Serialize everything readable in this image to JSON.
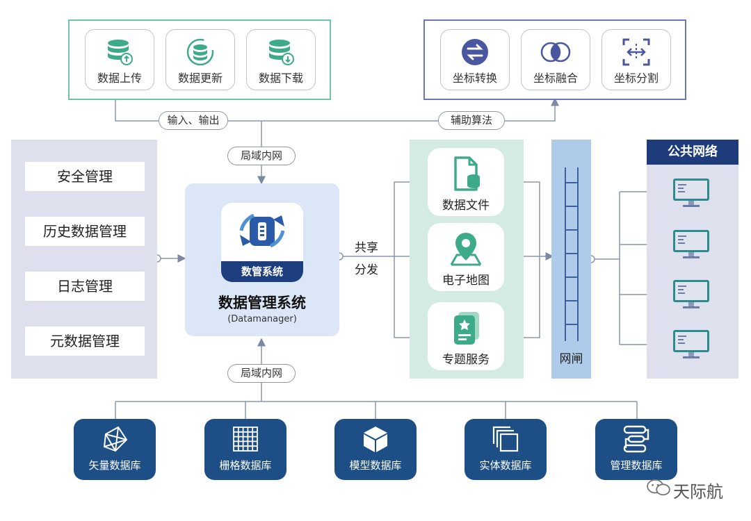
{
  "data_ops": [
    {
      "label": "数据上传",
      "icon": "database-upload-icon"
    },
    {
      "label": "数据更新",
      "icon": "database-refresh-icon"
    },
    {
      "label": "数据下载",
      "icon": "database-download-icon"
    }
  ],
  "algo_ops": [
    {
      "label": "坐标转换",
      "icon": "swap-arrows-icon"
    },
    {
      "label": "坐标融合",
      "icon": "overlap-circles-icon"
    },
    {
      "label": "坐标分割",
      "icon": "split-arrows-icon"
    }
  ],
  "labels": {
    "io": "输入、输出",
    "assist": "辅助算法",
    "lan_top": "局域内网",
    "lan_bottom": "局域内网",
    "share_line1": "共享",
    "share_line2": "分发",
    "gateway": "网闸"
  },
  "management": [
    "安全管理",
    "历史数据管理",
    "日志管理",
    "元数据管理"
  ],
  "center": {
    "badge": "数管系统",
    "title": "数据管理系统",
    "subtitle": "(Datamanager)"
  },
  "shared_outputs": [
    {
      "label": "数据文件",
      "icon": "data-file-icon"
    },
    {
      "label": "电子地图",
      "icon": "map-pin-icon"
    },
    {
      "label": "专题服务",
      "icon": "service-card-icon"
    }
  ],
  "public": {
    "title": "公共网络"
  },
  "databases": [
    {
      "label": "矢量数据库",
      "icon": "vector-network-icon"
    },
    {
      "label": "栅格数据库",
      "icon": "raster-grid-icon"
    },
    {
      "label": "模型数据库",
      "icon": "model-cube-icon"
    },
    {
      "label": "实体数据库",
      "icon": "entity-stack-icon"
    },
    {
      "label": "管理数据库",
      "icon": "management-flow-icon"
    }
  ],
  "watermark": "天际航",
  "colors": {
    "green_border": "#6fc4a3",
    "blue_border": "#6a76b6",
    "navy": "#1d4e86",
    "dark_navy": "#1e3c7c",
    "teal_icon": "#3daa8a"
  }
}
